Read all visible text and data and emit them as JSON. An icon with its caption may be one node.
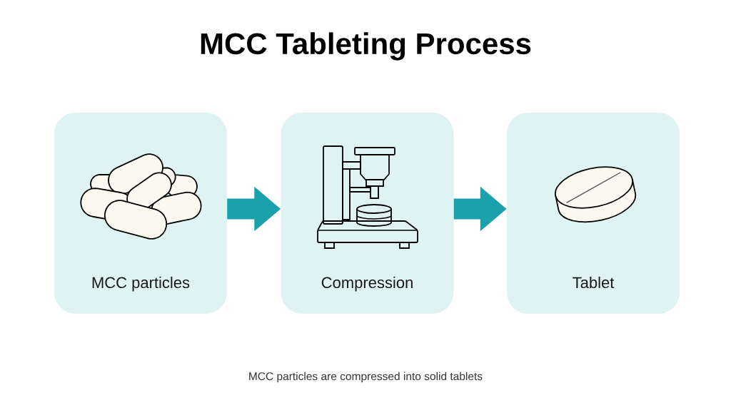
{
  "diagram": {
    "title": "MCC Tableting Process",
    "caption": "MCC particles are compressed into solid tablets",
    "nodes": [
      {
        "text": [
          "MCC particles"
        ]
      },
      {
        "text": [
          "Compression"
        ]
      },
      {
        "text": [
          "Tablet"
        ]
      }
    ],
    "edges": [
      {
        "from": 0,
        "to": 1,
        "arrow": "to"
      },
      {
        "from": 1,
        "to": 2,
        "arrow": "to"
      }
    ]
  }
}
